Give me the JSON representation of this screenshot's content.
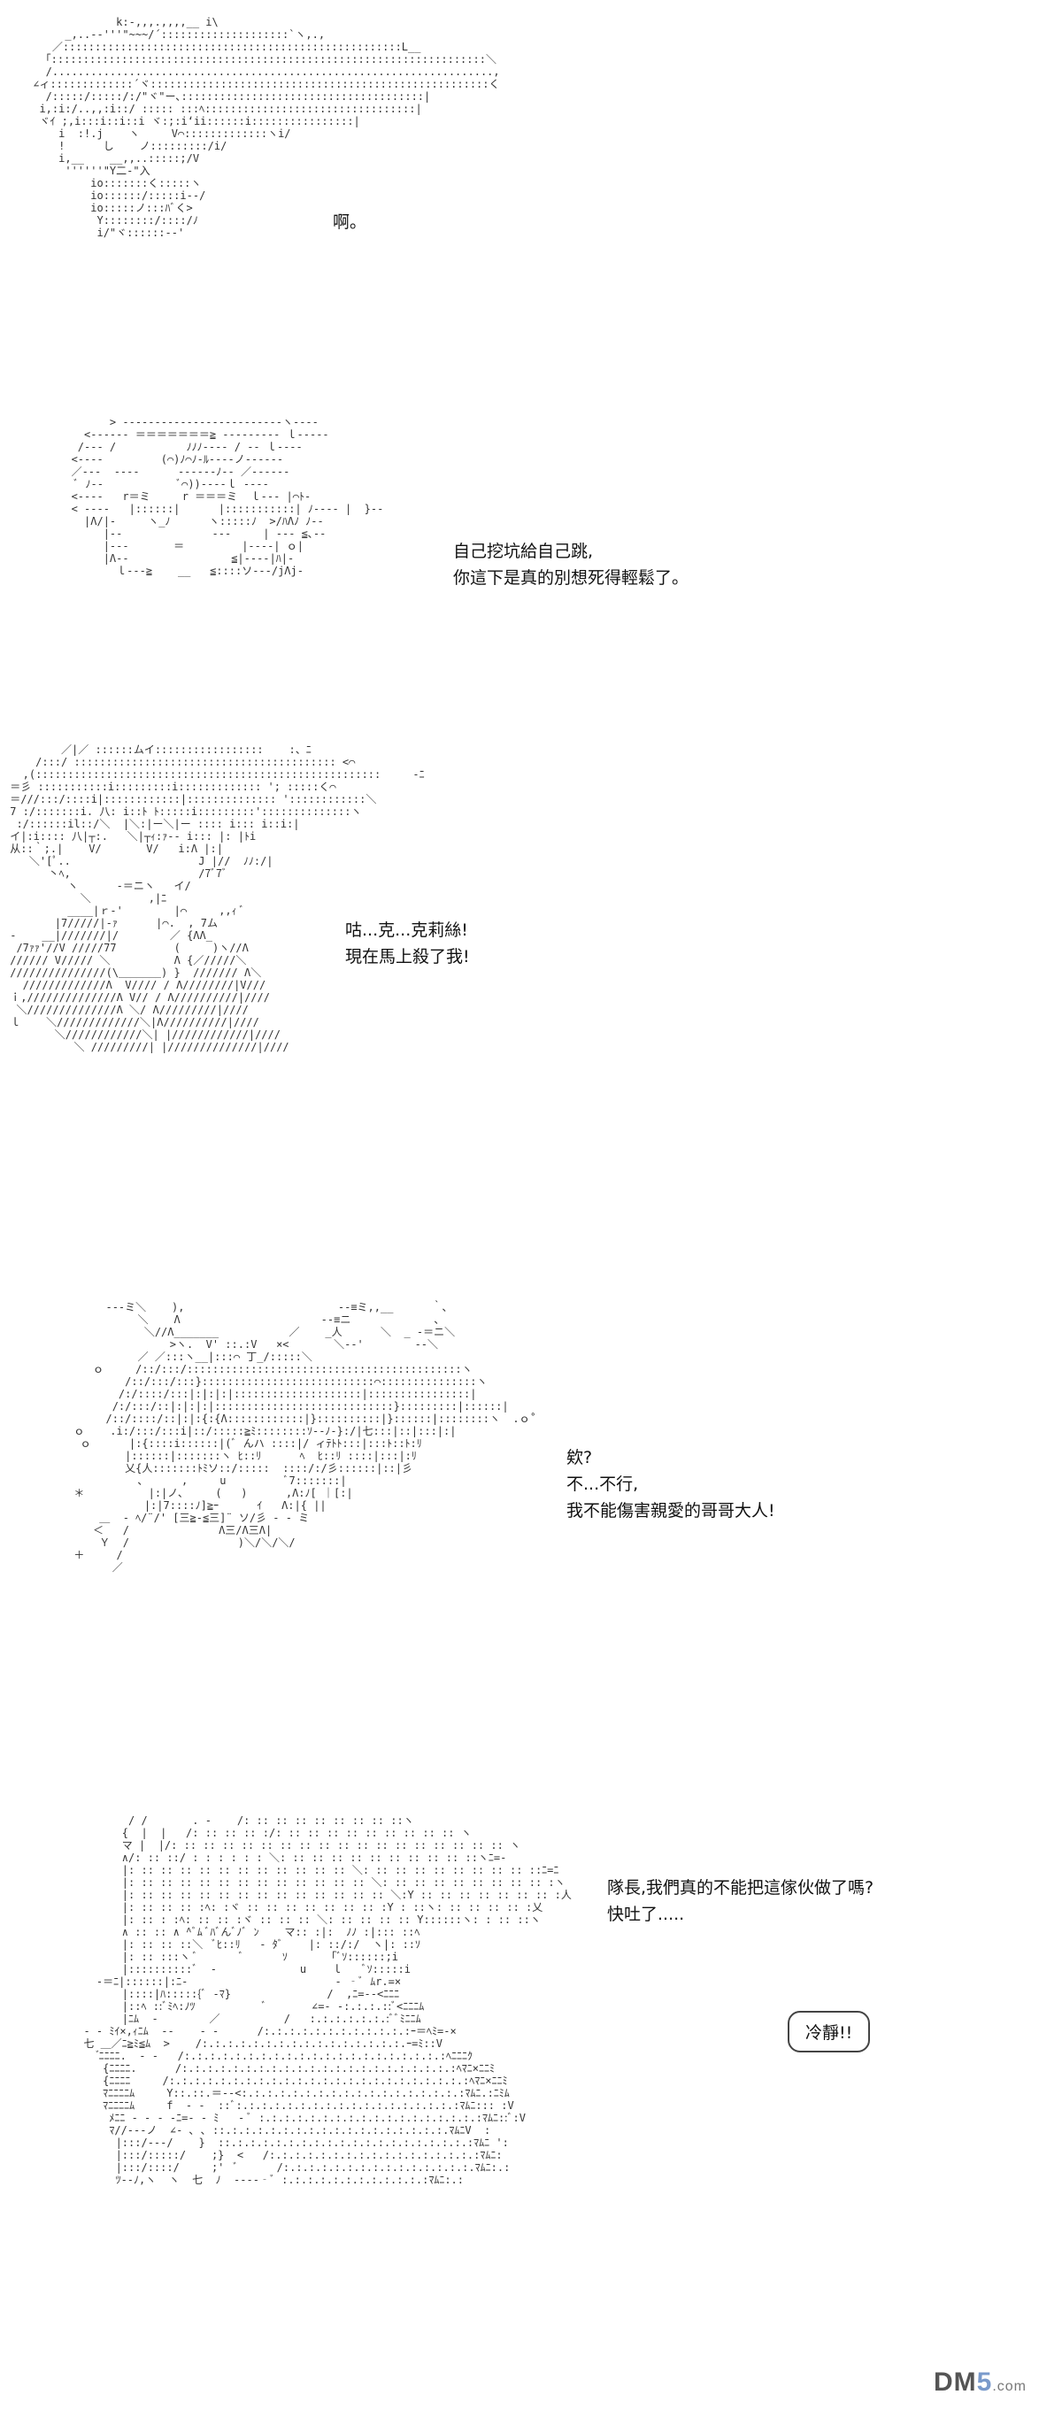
{
  "panels": [
    {
      "lines": [
        "啊。"
      ]
    },
    {
      "lines": [
        "自己挖坑給自己跳,",
        "你這下是真的別想死得輕鬆了。"
      ]
    },
    {
      "lines": [
        "咕...克...克莉絲!",
        "現在馬上殺了我!"
      ]
    },
    {
      "lines": [
        "欸?",
        "不...不行,",
        "我不能傷害親愛的哥哥大人!"
      ]
    },
    {
      "lines": [
        "隊長,我們真的不能把這傢伙做了嗎?",
        "快吐了....."
      ],
      "bubble": "冷靜!!"
    }
  ],
  "watermark": {
    "prefix": "DM",
    "digit": "5",
    "suffix": ".com"
  }
}
